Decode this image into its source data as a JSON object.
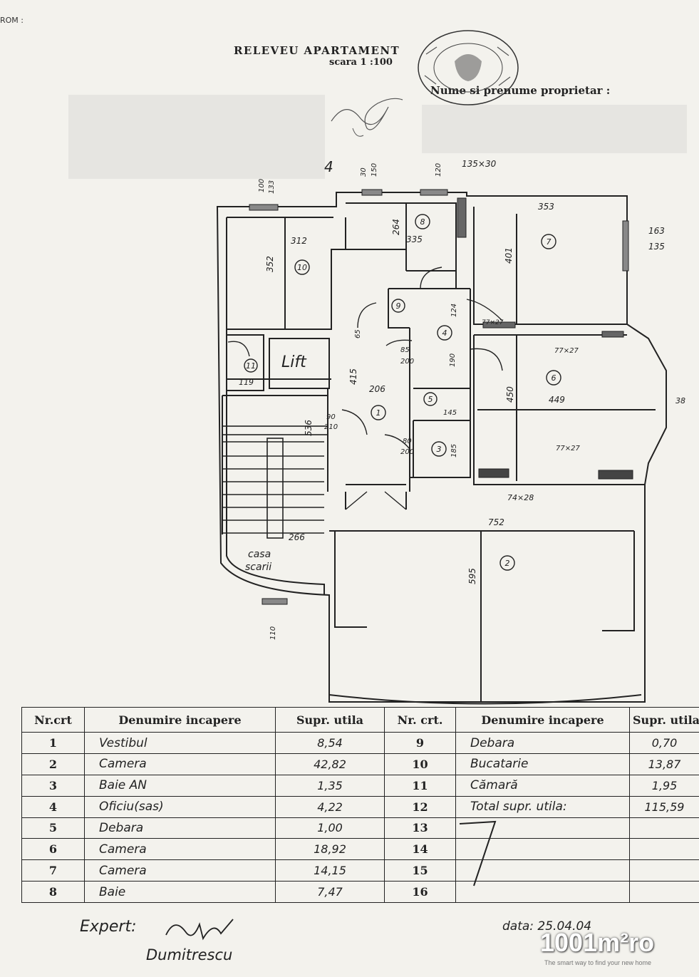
{
  "header": {
    "corner": "ROM :",
    "title": "RELEVEU APARTAMENT",
    "scale": "scara 1 :100",
    "owner_label": "Nume si prenume proprietar :",
    "page_mark": "4"
  },
  "plan": {
    "room_numbers": [
      "1",
      "2",
      "3",
      "4",
      "5",
      "6",
      "7",
      "8",
      "9",
      "10",
      "11"
    ],
    "lift_label": "Lift",
    "stair_label": [
      "casa",
      "scarii"
    ],
    "dimensions": {
      "d312": "312",
      "d352": "352",
      "d264": "264",
      "d335": "335",
      "d401": "401",
      "d353": "353",
      "d135x30": "135×30",
      "d163": "163",
      "d135": "135",
      "d100": "100",
      "d133": "133",
      "d30": "30",
      "d150": "150",
      "d120": "120",
      "d85a": "85",
      "d200a": "200",
      "d124": "124",
      "d65": "65",
      "d415": "415",
      "d206": "206",
      "d119": "119",
      "d536": "536",
      "d90": "90",
      "d210": "210",
      "d80": "80",
      "d200b": "200",
      "d185": "185",
      "d145": "145",
      "d190": "190",
      "d450": "450",
      "d449": "449",
      "d77x27a": "77×27",
      "d77x27b": "77×27",
      "d77x27c": "77×27",
      "d74x28": "74×28",
      "d752": "752",
      "d595": "595",
      "d266": "266",
      "d38": "38",
      "d110": "110"
    }
  },
  "table": {
    "headers": [
      "Nr.crt",
      "Denumire incapere",
      "Supr. utila",
      "Nr. crt.",
      "Denumire incapere",
      "Supr. utila"
    ],
    "rows": [
      {
        "n1": "1",
        "name1": "Vestibul",
        "area1": "8,54",
        "n2": "9",
        "name2": "Debara",
        "area2": "0,70"
      },
      {
        "n1": "2",
        "name1": "Camera",
        "area1": "42,82",
        "n2": "10",
        "name2": "Bucatarie",
        "area2": "13,87"
      },
      {
        "n1": "3",
        "name1": "Baie ΑΝ",
        "area1": "1,35",
        "n2": "11",
        "name2": "Cămară",
        "area2": "1,95"
      },
      {
        "n1": "4",
        "name1": "Oficiu(sas)",
        "area1": "4,22",
        "n2": "12",
        "name2": "Total supr. utila:",
        "area2": "115,59"
      },
      {
        "n1": "5",
        "name1": "Debara",
        "area1": "1,00",
        "n2": "13",
        "name2": "",
        "area2": ""
      },
      {
        "n1": "6",
        "name1": "Camera",
        "area1": "18,92",
        "n2": "14",
        "name2": "",
        "area2": ""
      },
      {
        "n1": "7",
        "name1": "Camera",
        "area1": "14,15",
        "n2": "15",
        "name2": "",
        "area2": ""
      },
      {
        "n1": "8",
        "name1": "Baie",
        "area1": "7,47",
        "n2": "16",
        "name2": "",
        "area2": ""
      }
    ]
  },
  "footer": {
    "expert_label": "Expert:",
    "expert_name": "Dumitrescu",
    "date": "data: 25.04.04"
  },
  "watermark": {
    "brand": "1001m²ro",
    "tagline": "The smart way to find your new home"
  }
}
